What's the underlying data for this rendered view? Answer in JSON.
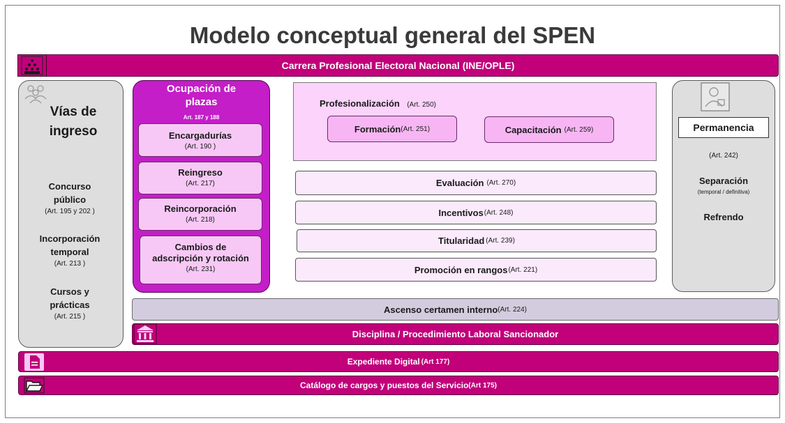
{
  "title": "Modelo conceptual general del SPEN",
  "top_bar": "Carrera Profesional Electoral Nacional (INE/OPLE)",
  "left_panel": {
    "heading_line1": "Vías de",
    "heading_line2": "ingreso",
    "items": [
      {
        "line1": "Concurso",
        "line2": "público",
        "ref": "(Art. 195 y 202 )"
      },
      {
        "line1": "Incorporación",
        "line2": "temporal",
        "ref": "(Art. 213 )"
      },
      {
        "line1": "Cursos y",
        "line2": "prácticas",
        "ref": "(Art. 215 )"
      }
    ]
  },
  "occupation": {
    "heading_line1": "Ocupación de",
    "heading_line2": "plazas",
    "ref": "Art. 187 y 188",
    "items": [
      {
        "label": "Encargadurías",
        "ref": "(Art. 190 )"
      },
      {
        "label": "Reingreso",
        "ref": "(Art. 217)"
      },
      {
        "label": "Reincorporación",
        "ref": "(Art. 218)"
      },
      {
        "label_line1": "Cambios de",
        "label_line2": "adscripción y rotación",
        "ref": "(Art. 231)"
      }
    ]
  },
  "professionalization": {
    "label": "Profesionalización",
    "ref": "(Art. 250)",
    "formacion": {
      "label": "Formación",
      "ref": "(Art. 251)"
    },
    "capacitacion": {
      "label": "Capacitación",
      "ref": "(Art. 259)"
    }
  },
  "rows": [
    {
      "label": "Evaluación",
      "ref": "(Art. 270)"
    },
    {
      "label": "Incentivos",
      "ref": "(Art. 248)"
    },
    {
      "label": "Titularidad",
      "ref": "(Art. 239)"
    },
    {
      "label": "Promoción en rangos",
      "ref": "(Art. 221)"
    }
  ],
  "right_panel": {
    "permanencia": "Permanencia",
    "permanencia_ref": "(Art. 242)",
    "separacion": "Separación",
    "separacion_sub": "(temporal / definitiva)",
    "refrendo": "Refrendo"
  },
  "ascenso": {
    "label": "Ascenso certamen interno",
    "ref": "(Art. 224)"
  },
  "disciplina": "Disciplina / Procedimiento Laboral Sancionador",
  "expediente": {
    "label": "Expediente Digital",
    "ref": "(Art 177)"
  },
  "catalogo": {
    "label": "Catálogo de cargos y puestos del Servicio",
    "ref": "(Art 175)"
  },
  "icons": [
    "people-pyramid-icon",
    "people-group-icon",
    "person-box-icon",
    "institution-icon",
    "document-icon",
    "folder-icon"
  ],
  "colors": {
    "magenta": "#c1007a",
    "purple": "#c41ec8",
    "pink": "#f7c8f5",
    "lavender": "#d3ccdf",
    "gray": "#dedede"
  }
}
